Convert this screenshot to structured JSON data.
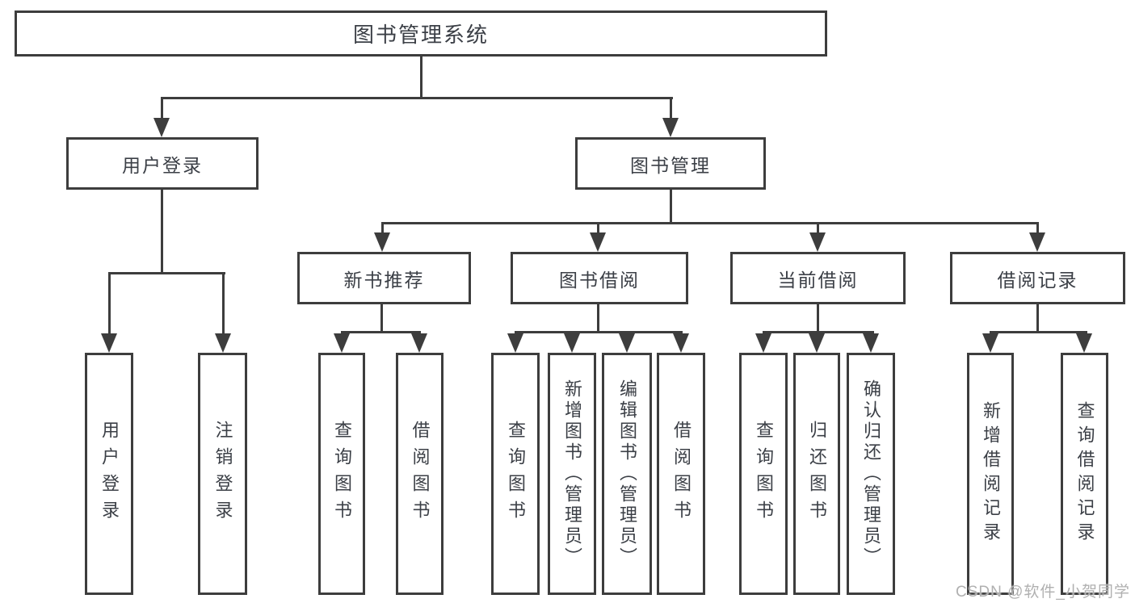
{
  "diagram": {
    "type": "hierarchy-tree",
    "root": {
      "label": "图书管理系统"
    },
    "level2": [
      {
        "label": "用户登录",
        "parent": "图书管理系统"
      },
      {
        "label": "图书管理",
        "parent": "图书管理系统"
      }
    ],
    "level3": [
      {
        "label": "新书推荐",
        "parent": "图书管理"
      },
      {
        "label": "图书借阅",
        "parent": "图书管理"
      },
      {
        "label": "当前借阅",
        "parent": "图书管理"
      },
      {
        "label": "借阅记录",
        "parent": "图书管理"
      }
    ],
    "leaves": [
      {
        "label": "用户登录",
        "parent": "用户登录"
      },
      {
        "label": "注销登录",
        "parent": "用户登录"
      },
      {
        "label": "查询图书",
        "parent": "新书推荐"
      },
      {
        "label": "借阅图书",
        "parent": "新书推荐"
      },
      {
        "label": "查询图书",
        "parent": "图书借阅"
      },
      {
        "label": "新增图书（管理员）",
        "parent": "图书借阅"
      },
      {
        "label": "编辑图书（管理员）",
        "parent": "图书借阅"
      },
      {
        "label": "借阅图书",
        "parent": "图书借阅"
      },
      {
        "label": "查询图书",
        "parent": "当前借阅"
      },
      {
        "label": "归还图书",
        "parent": "当前借阅"
      },
      {
        "label": "确认归还（管理员）",
        "parent": "当前借阅"
      },
      {
        "label": "新增借阅记录",
        "parent": "借阅记录"
      },
      {
        "label": "查询借阅记录",
        "parent": "借阅记录"
      }
    ]
  },
  "watermark": {
    "text": "CSDN @软件_小贺同学"
  },
  "colors": {
    "line": "#3d3d3d",
    "text": "#3b3f46",
    "background": "#ffffff",
    "watermark": "#b0b0b0"
  }
}
